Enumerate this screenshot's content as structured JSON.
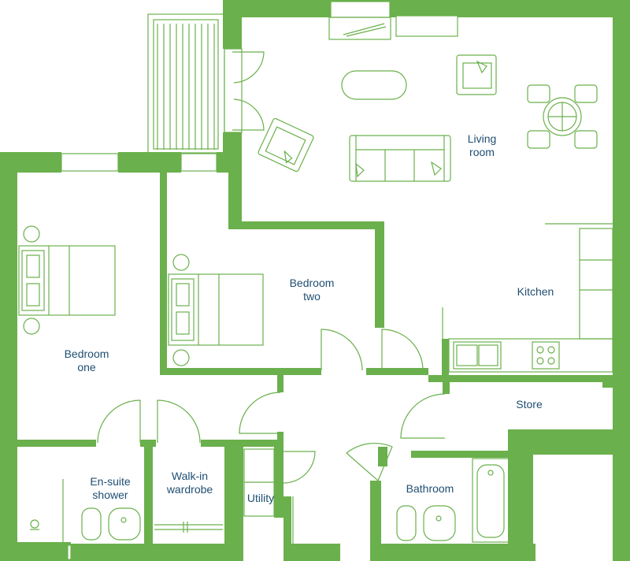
{
  "rooms": {
    "living_room": "Living\nroom",
    "kitchen": "Kitchen",
    "bedroom_two": "Bedroom\ntwo",
    "bedroom_one": "Bedroom\none",
    "store": "Store",
    "ensuite_shower": "En-suite\nshower",
    "walkin_wardrobe": "Walk-in\nwardrobe",
    "utility": "Utility",
    "bathroom": "Bathroom"
  },
  "colors": {
    "wall": "#6ab04c",
    "label": "#1f4e72",
    "background": "#ffffff"
  }
}
